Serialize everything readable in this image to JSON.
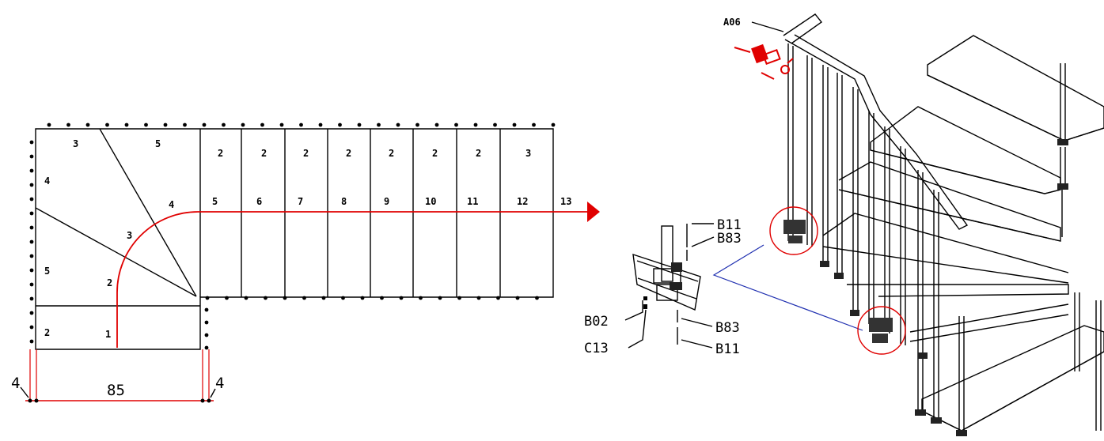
{
  "colors": {
    "path": "#e00000",
    "leader": "#1f2fb0",
    "line": "#000000"
  },
  "plan": {
    "top_steps": [
      "3",
      "5",
      "2",
      "2",
      "2",
      "2",
      "2",
      "2",
      "2",
      "3"
    ],
    "left_steps": [
      "4",
      "5",
      "2"
    ],
    "walk_numbers": [
      "1",
      "2",
      "3",
      "4",
      "5",
      "6",
      "7",
      "8",
      "9",
      "10",
      "11",
      "12",
      "13"
    ],
    "dimensions": {
      "width": "85",
      "left_margin": "4",
      "right_margin": "4"
    }
  },
  "detail": {
    "labels": {
      "top_b11": "B11",
      "top_b83": "B83",
      "b02": "B02",
      "c13": "C13",
      "bottom_b83": "B83",
      "bottom_b11": "B11"
    }
  },
  "stair": {
    "labels": {
      "a06": "A06"
    }
  }
}
